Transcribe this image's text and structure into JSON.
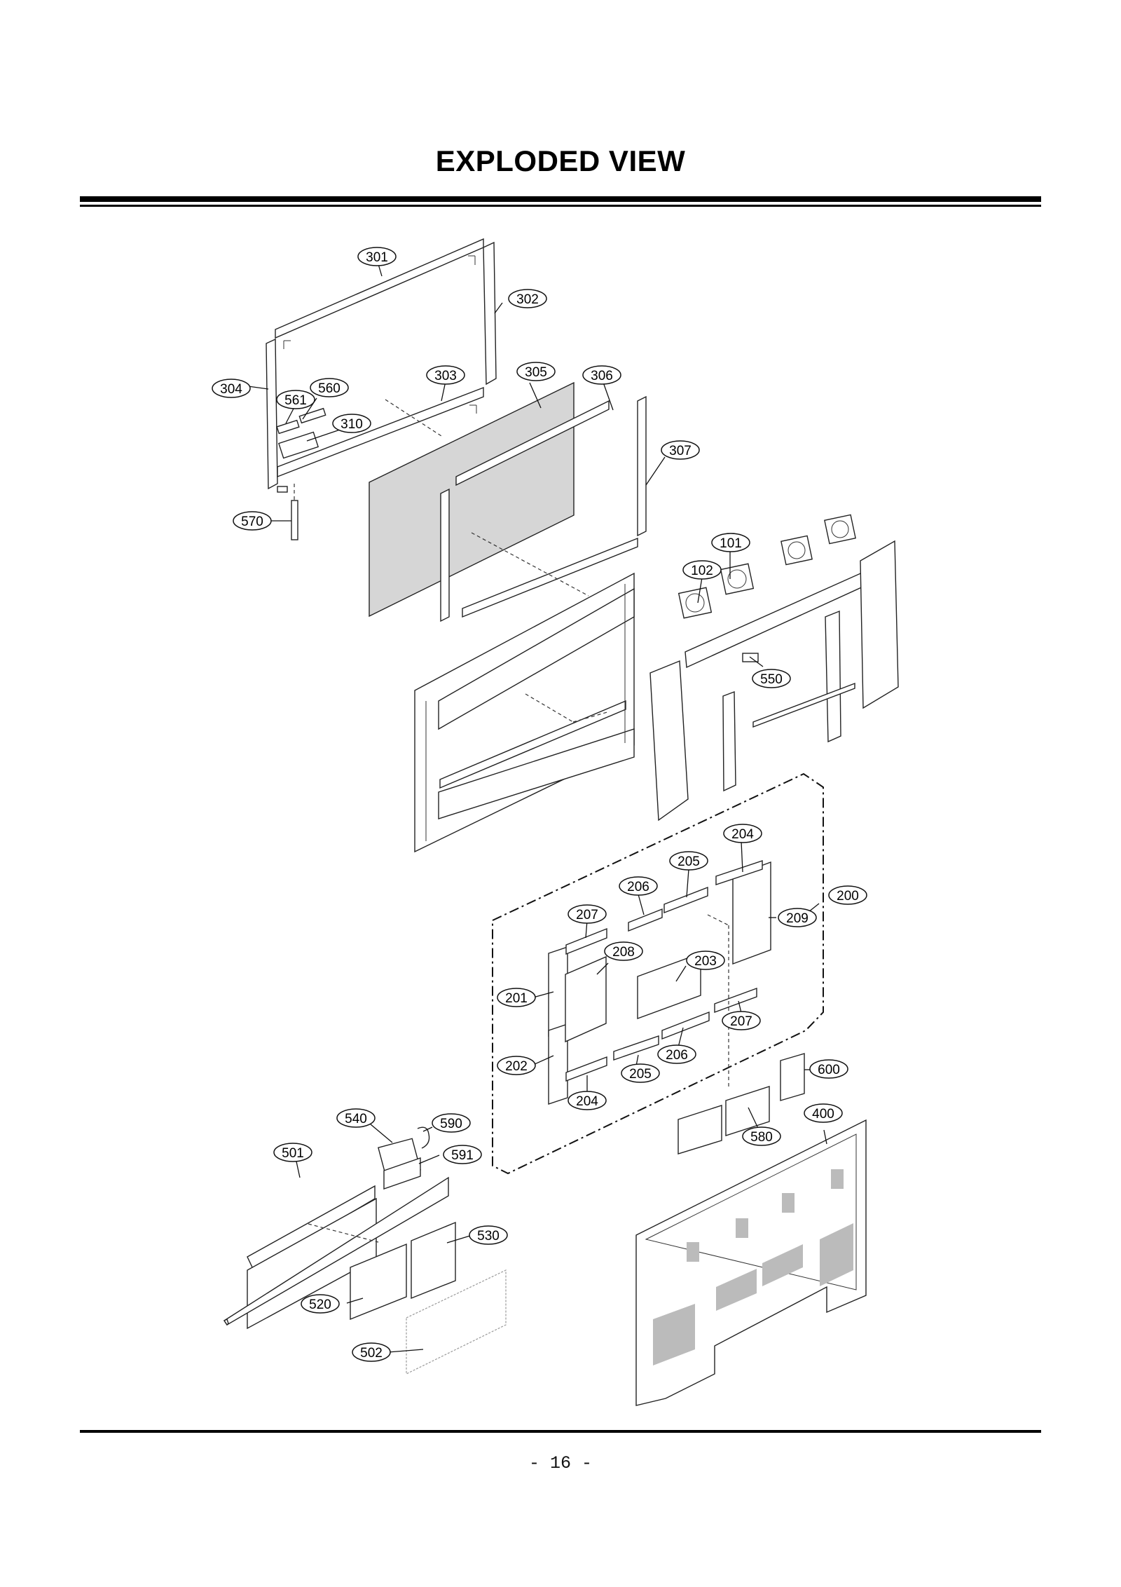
{
  "page": {
    "title": "EXPLODED VIEW",
    "page_number": "- 16 -"
  },
  "callouts": {
    "c301": "301",
    "c302": "302",
    "c303": "303",
    "c304": "304",
    "c305": "305",
    "c306": "306",
    "c307": "307",
    "c310": "310",
    "c560": "560",
    "c561": "561",
    "c570": "570",
    "c101": "101",
    "c102": "102",
    "c550": "550",
    "c200": "200",
    "c201": "201",
    "c202": "202",
    "c203": "203",
    "c204a": "204",
    "c204b": "204",
    "c205a": "205",
    "c205b": "205",
    "c206a": "206",
    "c206b": "206",
    "c207a": "207",
    "c207b": "207",
    "c208": "208",
    "c209": "209",
    "c400": "400",
    "c501": "501",
    "c502": "502",
    "c520": "520",
    "c530": "530",
    "c540": "540",
    "c580": "580",
    "c590": "590",
    "c591": "591",
    "c600": "600"
  }
}
